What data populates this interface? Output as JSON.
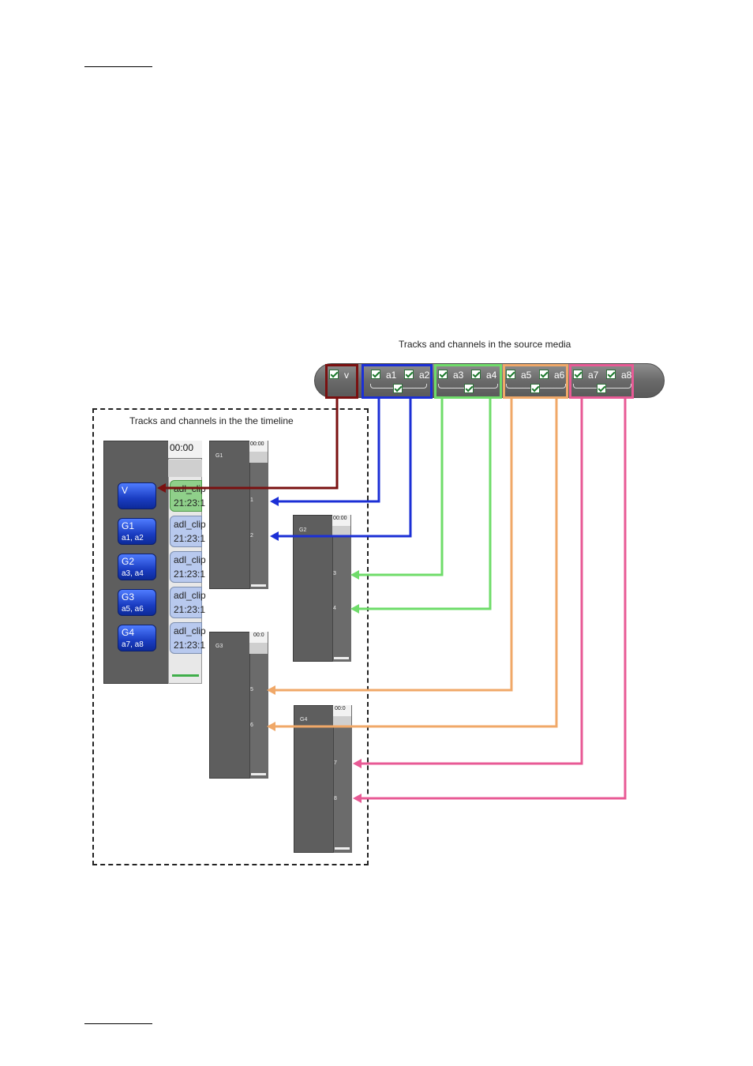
{
  "captions": {
    "source": "Tracks and channels in the source media",
    "timeline": "Tracks and channels in the the timeline"
  },
  "source_media": {
    "video": "v",
    "channels": [
      "a1",
      "a2",
      "a3",
      "a4",
      "a5",
      "a6",
      "a7",
      "a8"
    ]
  },
  "timeline": {
    "ruler_time": "00:00",
    "tracks": [
      {
        "title": "V",
        "sub": ""
      },
      {
        "title": "G1",
        "sub": "a1, a2"
      },
      {
        "title": "G2",
        "sub": "a3, a4"
      },
      {
        "title": "G3",
        "sub": "a5, a6"
      },
      {
        "title": "G4",
        "sub": "a7, a8"
      }
    ],
    "clips": [
      {
        "name": "adl_clip",
        "tc": "21:23:1"
      },
      {
        "name": "adl_clip",
        "tc": "21:23:1"
      },
      {
        "name": "adl_clip",
        "tc": "21:23:1"
      },
      {
        "name": "adl_clip",
        "tc": "21:23:1"
      },
      {
        "name": "adl_clip",
        "tc": "21:23:1"
      }
    ]
  },
  "groups": [
    {
      "name": "G1",
      "ruler": "00:00",
      "channels": [
        "1",
        "2"
      ]
    },
    {
      "name": "G2",
      "ruler": "00:00",
      "channels": [
        "3",
        "4"
      ]
    },
    {
      "name": "G3",
      "ruler": "00:0",
      "channels": [
        "5",
        "6"
      ]
    },
    {
      "name": "G4",
      "ruler": "00:0",
      "channels": [
        "7",
        "8"
      ]
    }
  ],
  "colors": {
    "video": "#7a1010",
    "g1": "#1b2fd6",
    "g2": "#6fdc6a",
    "g3": "#f0a868",
    "g4": "#e85a95",
    "clip_video": "#8fd08a",
    "clip_audio": "#b8c9ee"
  }
}
